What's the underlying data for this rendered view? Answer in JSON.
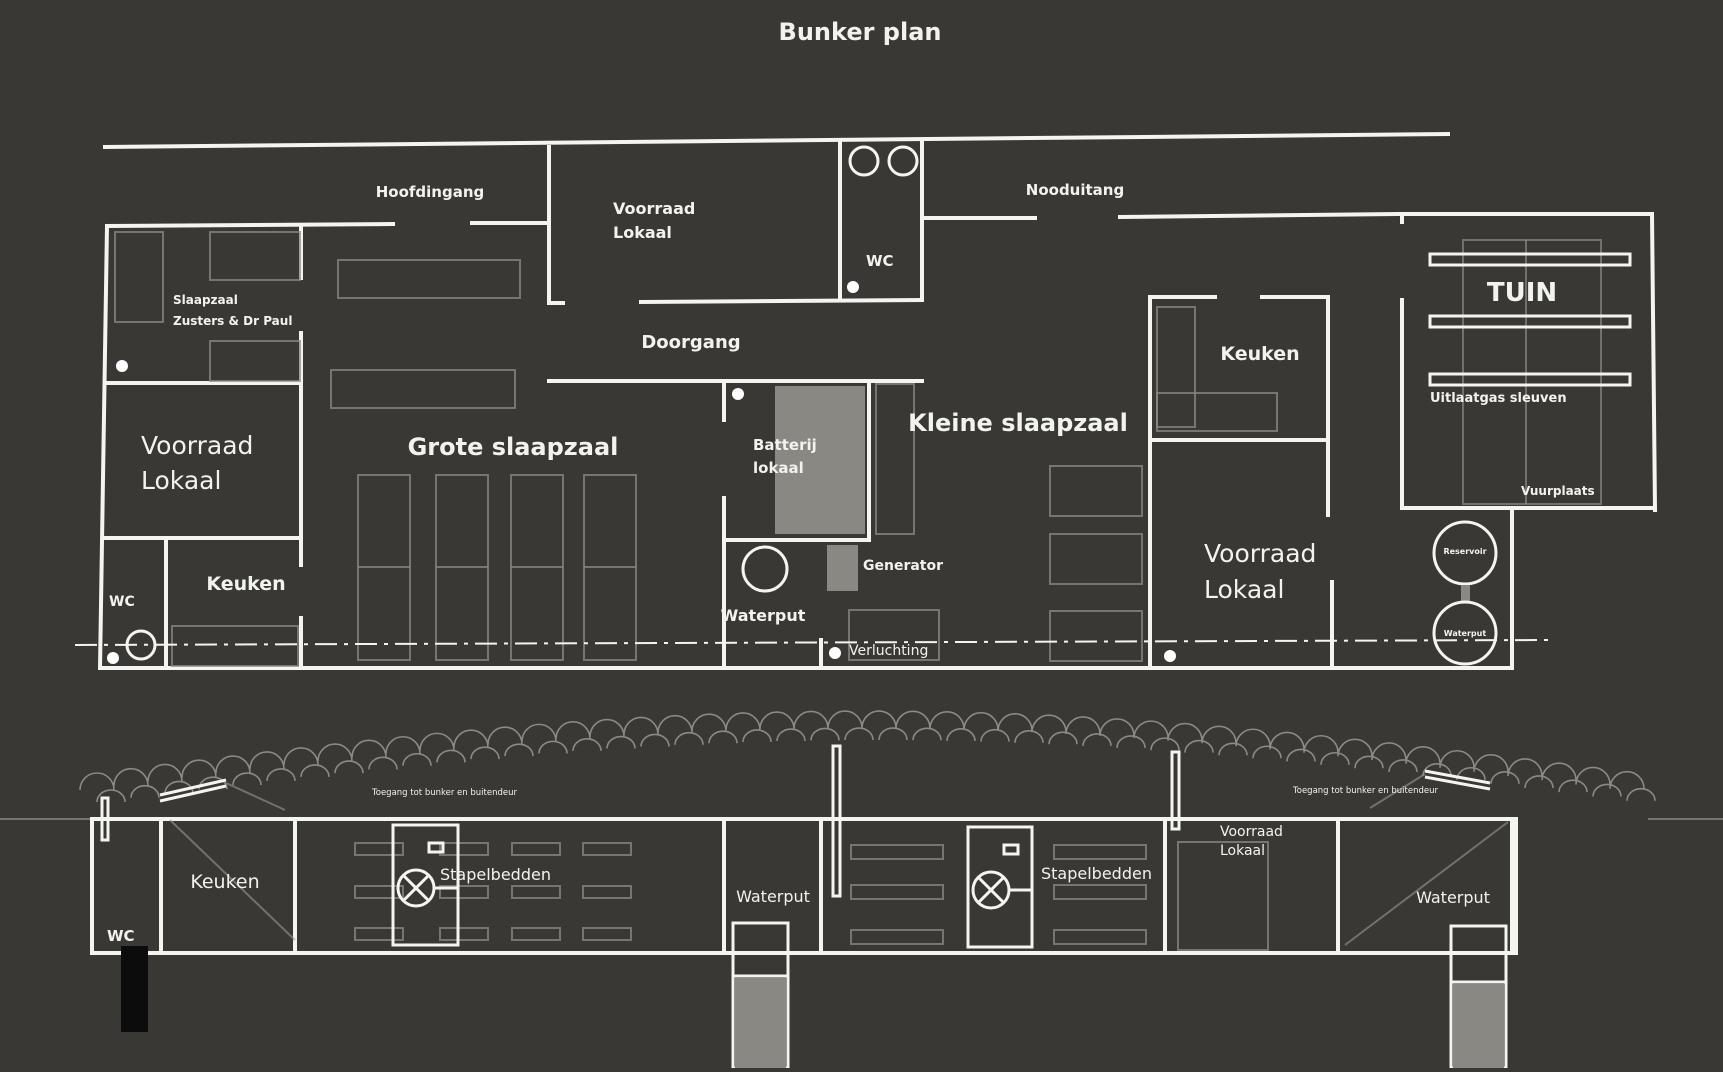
{
  "title": "Bunker plan",
  "floor_plan": {
    "hoofdingang": "Hoofdingang",
    "voorraad_top_1": "Voorraad",
    "voorraad_top_2": "Lokaal",
    "wc_top": "WC",
    "nooduitang": "Nooduitang",
    "slaapzaal_1": "Slaapzaal",
    "slaapzaal_2": "Zusters & Dr Paul",
    "doorgang": "Doorgang",
    "keuken_right": "Keuken",
    "tuin": "TUIN",
    "uitlaatgas": "Uitlaatgas sleuven",
    "vuurplaats": "Vuurplaats",
    "voorraad_left_1": "Voorraad",
    "voorraad_left_2": "Lokaal",
    "grote_slaapzaal": "Grote slaapzaal",
    "batterij_1": "Batterij",
    "batterij_2": "lokaal",
    "kleine_slaapzaal": "Kleine slaapzaal",
    "keuken_left": "Keuken",
    "wc_left": "WC",
    "generator": "Generator",
    "waterput": "Waterput",
    "verluchting": "Verluchting",
    "voorraad_right_1": "Voorraad",
    "voorraad_right_2": "Lokaal",
    "reservoir": "Reservoir",
    "waterput_small": "Waterput"
  },
  "section": {
    "toegang_left": "Toegang tot bunker en buitendeur",
    "toegang_right": "Toegang tot bunker en buitendeur",
    "keuken": "Keuken",
    "wc": "WC",
    "stapelbedden_1": "Stapelbedden",
    "waterput_1": "Waterput",
    "stapelbedden_2": "Stapelbedden",
    "voorraad_1": "Voorraad",
    "voorraad_2": "Lokaal",
    "waterput_2": "Waterput"
  }
}
